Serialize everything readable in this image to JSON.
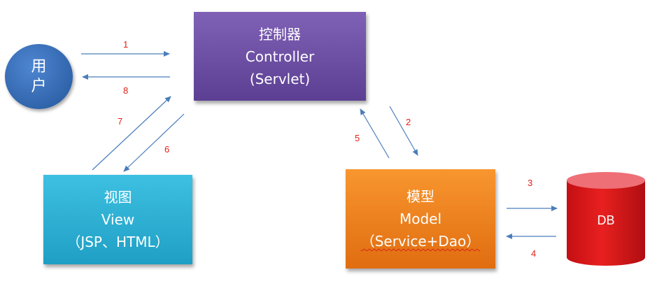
{
  "user": {
    "line1": "用",
    "line2": "户"
  },
  "controller": {
    "line1": "控制器",
    "line2": "Controller",
    "line3": "(Servlet)"
  },
  "view": {
    "line1": "视图",
    "line2": "View",
    "line3": "（JSP、HTML）"
  },
  "model": {
    "line1": "模型",
    "line2": "Model",
    "line3": "（Service+Dao）"
  },
  "db": {
    "label": "DB"
  },
  "steps": [
    "1",
    "2",
    "3",
    "4",
    "5",
    "6",
    "7",
    "8"
  ],
  "colors": {
    "controller": "#6e51a6",
    "view": "#2fb3d9",
    "model": "#f0821d",
    "db": "#d9151b",
    "user": "#2f6bb8",
    "arrow": "#4a7ebb",
    "step_number": "#e32019"
  }
}
